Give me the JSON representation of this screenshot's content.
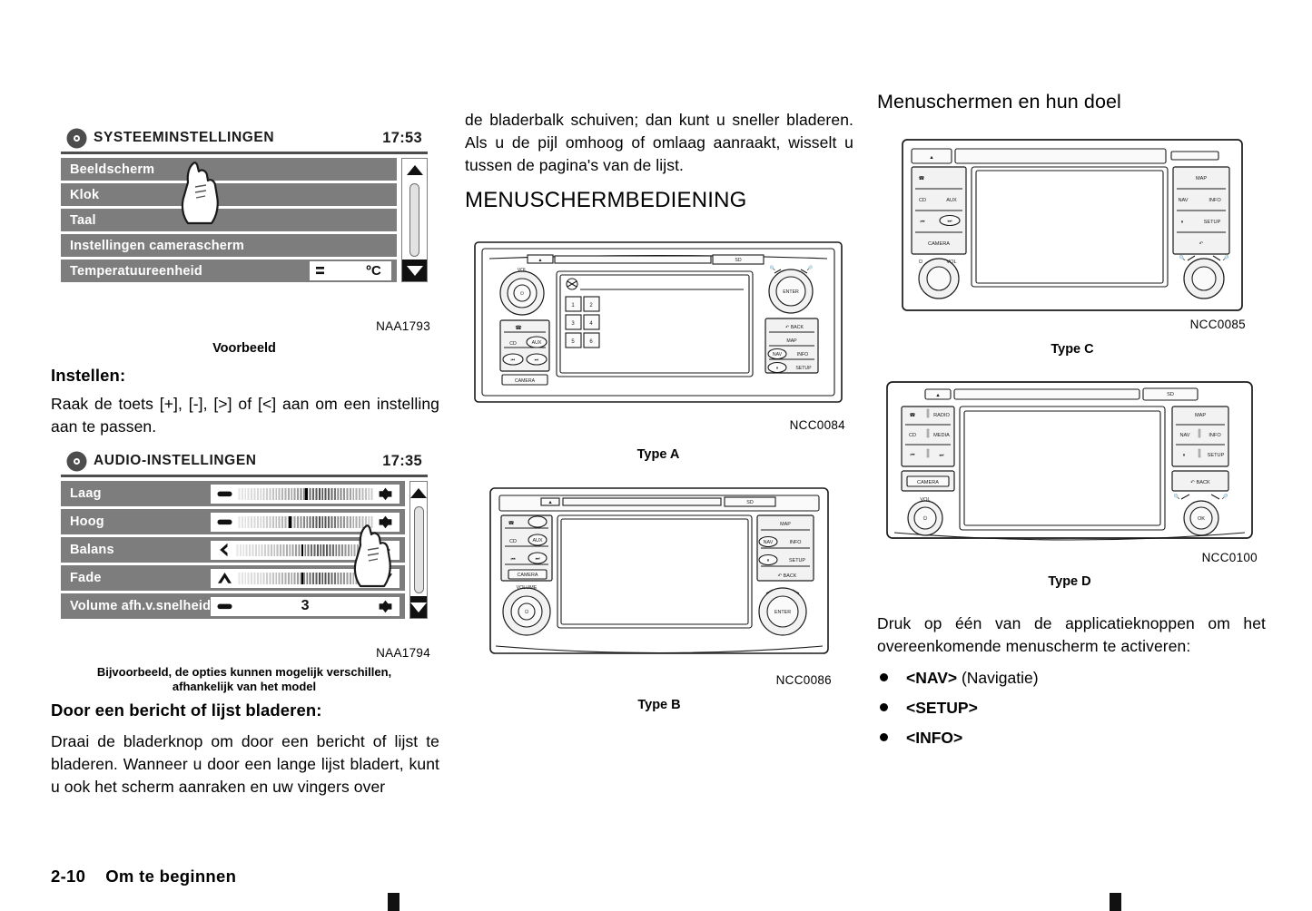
{
  "page": {
    "footer_page_number": "2-10",
    "footer_chapter": "Om te beginnen"
  },
  "left_column": {
    "screen_system": {
      "title": "SYSTEEMINSTELLINGEN",
      "clock": "17:53",
      "gear_icon": "gear-icon",
      "rows": [
        {
          "label": "Beeldscherm",
          "control": "none"
        },
        {
          "label": "Klok",
          "control": "none"
        },
        {
          "label": "Taal",
          "control": "none"
        },
        {
          "label": "Instellingen camerascherm",
          "control": "none"
        },
        {
          "label": "Temperatuureenheid",
          "control": "unit",
          "value": "ºC"
        }
      ],
      "scroll_up_icon": "triangle-up-icon",
      "scroll_down_icon": "triangle-down-icon",
      "touch_hand_icon": "pointing-hand-icon"
    },
    "figure_code_1": "NAA1793",
    "caption_1": "Voorbeeld",
    "heading_instellen": "Instellen:",
    "para_instellen": "Raak de toets [+], [-], [>] of [<] aan om een instelling aan te passen.",
    "screen_audio": {
      "title": "AUDIO-INSTELLINGEN",
      "clock": "17:35",
      "gear_icon": "gear-icon",
      "rows": [
        {
          "label": "Laag",
          "control": "slider",
          "left_icon": "minus-icon",
          "right_icon": "plus-icon",
          "position": 50
        },
        {
          "label": "Hoog",
          "control": "slider",
          "left_icon": "minus-icon",
          "right_icon": "plus-icon",
          "position": 38
        },
        {
          "label": "Balans",
          "control": "slider",
          "left_icon": "chevron-left-icon",
          "right_icon": "chevron-right-icon",
          "position": 47
        },
        {
          "label": "Fade",
          "control": "slider",
          "left_icon": "chevron-up-icon",
          "right_icon": "chevron-down-icon",
          "position": 47
        },
        {
          "label": "Volume afh.v.snelheid",
          "control": "stepper",
          "left_icon": "minus-icon",
          "right_icon": "plus-icon",
          "value": "3"
        }
      ],
      "scroll_up_icon": "triangle-up-icon",
      "scroll_down_icon": "triangle-down-icon",
      "touch_hand_icon": "pointing-hand-icon"
    },
    "figure_code_2": "NAA1794",
    "caption_2_line1": "Bijvoorbeeld, de opties kunnen mogelijk verschillen,",
    "caption_2_line2": "afhankelijk van het model",
    "heading_bladeren": "Door een bericht of lijst bladeren:",
    "para_bladeren": "Draai de bladerknop om door een bericht of lijst te bladeren. Wanneer u door een lange lijst bladert, kunt u ook het scherm aanraken en uw vingers over"
  },
  "middle_column": {
    "para_top": "de bladerbalk schuiven; dan kunt u sneller bladeren. Als u de pijl omhoog of omlaag aanraakt, wisselt u tussen de pagina's van de lijst.",
    "heading": "MENUSCHERMBEDIENING",
    "figure_a": {
      "code": "NCC0084",
      "caption": "Type A",
      "buttons": {
        "phone": "phone-icon",
        "cd": "CD",
        "aux": "AUX",
        "prev": "prev-track-icon",
        "next": "next-track-icon",
        "camera": "CAMERA",
        "back": "BACK",
        "map": "MAP",
        "nav": "NAV",
        "info": "INFO",
        "setup": "SETUP",
        "enter": "ENTER",
        "power": "power-icon",
        "vol": "VOL"
      },
      "screen_keys": [
        "1",
        "2",
        "3",
        "4",
        "5",
        "6"
      ]
    },
    "figure_b": {
      "code": "NCC0086",
      "caption": "Type B",
      "buttons": {
        "phone": "phone-icon",
        "cd": "CD",
        "aux": "AUX",
        "prev": "prev-track-icon",
        "next": "next-track-icon",
        "camera": "CAMERA",
        "map": "MAP",
        "nav": "NAV",
        "info": "INFO",
        "setup": "SETUP",
        "back": "BACK",
        "enter": "ENTER",
        "volume": "VOLUME",
        "power": "power-icon"
      }
    }
  },
  "right_column": {
    "heading": "Menuschermen en hun doel",
    "figure_c": {
      "code": "NCC0085",
      "caption": "Type C",
      "buttons": {
        "eject": "eject-icon",
        "phone": "phone-icon",
        "cd": "CD",
        "aux": "AUX",
        "prev": "prev-track-icon",
        "next": "next-track-icon",
        "camera": "CAMERA",
        "map": "MAP",
        "nav": "NAV",
        "info": "INFO",
        "setup": "SETUP",
        "back": "back-arrow-icon",
        "power": "power-icon",
        "vol": "VOL"
      }
    },
    "figure_d": {
      "code": "NCC0100",
      "caption": "Type D",
      "buttons": {
        "eject": "eject-icon",
        "sd": "SD",
        "phone": "phone-icon",
        "radio": "RADIO",
        "cd": "CD",
        "media": "MEDIA",
        "prev": "prev-track-icon",
        "next": "next-track-icon",
        "camera": "CAMERA",
        "vol": "VOL",
        "power": "power-icon",
        "map": "MAP",
        "nav": "NAV",
        "info": "INFO",
        "setup": "SETUP",
        "back": "BACK",
        "ok": "OK"
      }
    },
    "para_druk": "Druk op één van de applicatieknoppen om het overeenkomende menuscherm te activeren:",
    "bullets": [
      {
        "key": "<NAV>",
        "rest": " (Navigatie)"
      },
      {
        "key": "<SETUP>",
        "rest": ""
      },
      {
        "key": "<INFO>",
        "rest": ""
      }
    ]
  }
}
